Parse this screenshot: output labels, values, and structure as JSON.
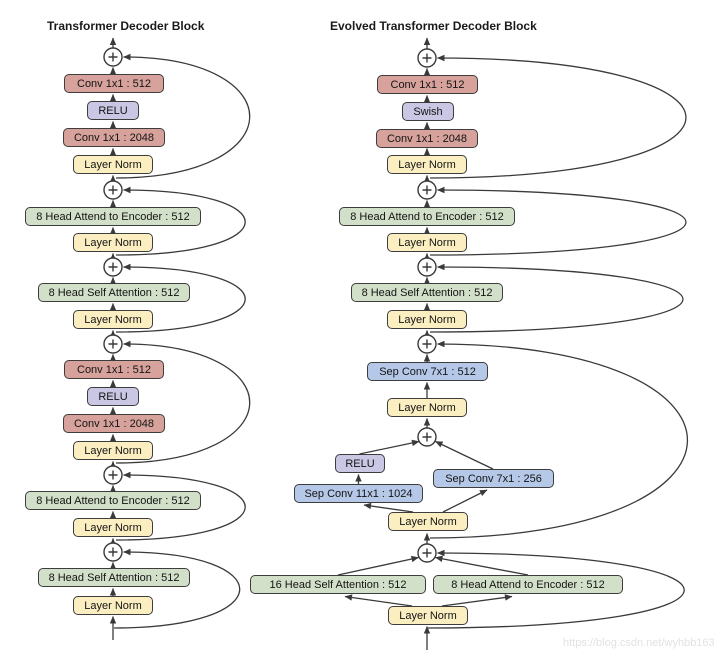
{
  "palette": {
    "conv": "#d6a29b",
    "act": "#c9c7e3",
    "norm": "#fbefc2",
    "attn": "#d2e0c9",
    "sep": "#b5c8e8",
    "line": "#3a3a3a"
  },
  "left": {
    "title": "Transformer Decoder Block",
    "nodes": [
      {
        "label": "Conv 1x1 : 512",
        "kind": "conv"
      },
      {
        "label": "RELU",
        "kind": "activation"
      },
      {
        "label": "Conv 1x1 : 2048",
        "kind": "conv"
      },
      {
        "label": "Layer Norm",
        "kind": "norm"
      },
      {
        "label": "8 Head Attend to Encoder : 512",
        "kind": "attention"
      },
      {
        "label": "Layer Norm",
        "kind": "norm"
      },
      {
        "label": "8 Head Self Attention : 512",
        "kind": "attention"
      },
      {
        "label": "Layer Norm",
        "kind": "norm"
      },
      {
        "label": "Conv 1x1 : 512",
        "kind": "conv"
      },
      {
        "label": "RELU",
        "kind": "activation"
      },
      {
        "label": "Conv 1x1 : 2048",
        "kind": "conv"
      },
      {
        "label": "Layer Norm",
        "kind": "norm"
      },
      {
        "label": "8 Head Attend to Encoder : 512",
        "kind": "attention"
      },
      {
        "label": "Layer Norm",
        "kind": "norm"
      },
      {
        "label": "8 Head Self Attention : 512",
        "kind": "attention"
      },
      {
        "label": "Layer Norm",
        "kind": "norm"
      }
    ]
  },
  "right": {
    "title": "Evolved Transformer Decoder Block",
    "nodes": [
      {
        "label": "Conv 1x1 : 512",
        "kind": "conv"
      },
      {
        "label": "Swish",
        "kind": "activation"
      },
      {
        "label": "Conv 1x1 : 2048",
        "kind": "conv"
      },
      {
        "label": "Layer Norm",
        "kind": "norm"
      },
      {
        "label": "8 Head Attend to Encoder : 512",
        "kind": "attention"
      },
      {
        "label": "Layer Norm",
        "kind": "norm"
      },
      {
        "label": "8 Head Self Attention : 512",
        "kind": "attention"
      },
      {
        "label": "Layer Norm",
        "kind": "norm"
      },
      {
        "label": "Sep Conv 7x1 : 512",
        "kind": "sepconv"
      },
      {
        "label": "Layer Norm",
        "kind": "norm"
      },
      {
        "label": "RELU",
        "kind": "activation"
      },
      {
        "label": "Sep Conv 11x1 : 1024",
        "kind": "sepconv"
      },
      {
        "label": "Sep Conv 7x1 : 256",
        "kind": "sepconv"
      },
      {
        "label": "Layer Norm",
        "kind": "norm"
      },
      {
        "label": "16 Head Self Attention : 512",
        "kind": "attention"
      },
      {
        "label": "8 Head Attend to Encoder : 512",
        "kind": "attention"
      },
      {
        "label": "Layer Norm",
        "kind": "norm"
      }
    ]
  },
  "watermark": "https://blog.csdn.net/wyhbb163"
}
